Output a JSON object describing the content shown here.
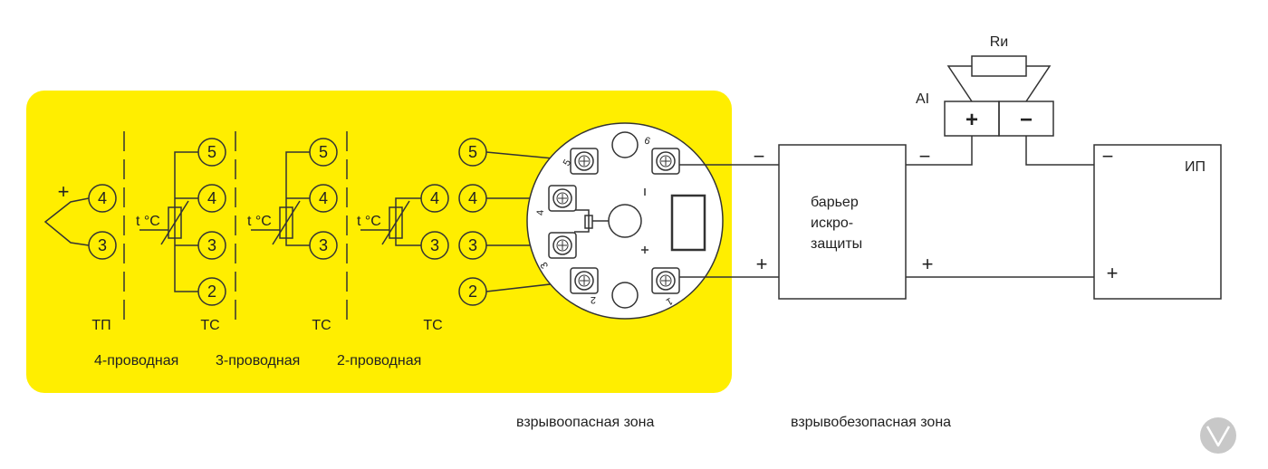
{
  "colors": {
    "hazard_zone": "#FFEE00",
    "line": "#333333",
    "text": "#222222",
    "badge": "#C8C8C8"
  },
  "labels": {
    "tp": "ТП",
    "tc": "ТС",
    "t_celsius": "t °C",
    "plus": "+",
    "minus": "−",
    "wire_4": "4-проводная",
    "wire_3": "3-проводная",
    "wire_2": "2-проводная",
    "terminals": [
      "5",
      "4",
      "3",
      "2"
    ],
    "tc_terminals": [
      "4",
      "3"
    ],
    "head_terminal_numbers": [
      "5",
      "6",
      "4",
      "3",
      "2",
      "1"
    ]
  },
  "barrier": {
    "line1": "барьер",
    "line2": "искро-",
    "line3": "защиты"
  },
  "ai_module": {
    "label": "AI",
    "resistor": "Rи",
    "plus": "+",
    "minus": "−"
  },
  "power_supply": {
    "label": "ИП"
  },
  "zones": {
    "hazardous": "взрывоопасная зона",
    "safe": "взрывобезопасная зона"
  },
  "icons": {
    "badge": "chevron-down-icon"
  }
}
